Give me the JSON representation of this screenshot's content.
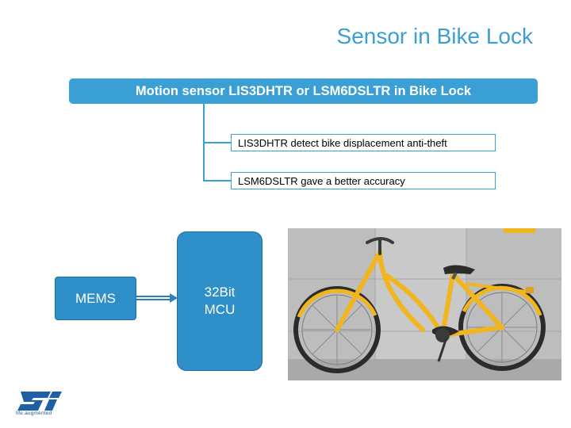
{
  "slide": {
    "title": "Sensor in Bike Lock",
    "header": "Motion sensor LIS3DHTR or LSM6DSLTR in Bike Lock",
    "items": [
      "LIS3DHTR detect bike displacement  anti-theft",
      "LSM6DSLTR gave a better accuracy"
    ]
  },
  "diagram": {
    "mems_label": "MEMS",
    "mcu_line1": "32Bit",
    "mcu_line2": "MCU"
  },
  "footer": {
    "logo_icon": "st-logo-icon",
    "tagline": "life.augmented"
  },
  "colors": {
    "accent": "#3a9fd4",
    "box_fill": "#2f8fc9",
    "bike_yellow": "#f0b51f"
  }
}
